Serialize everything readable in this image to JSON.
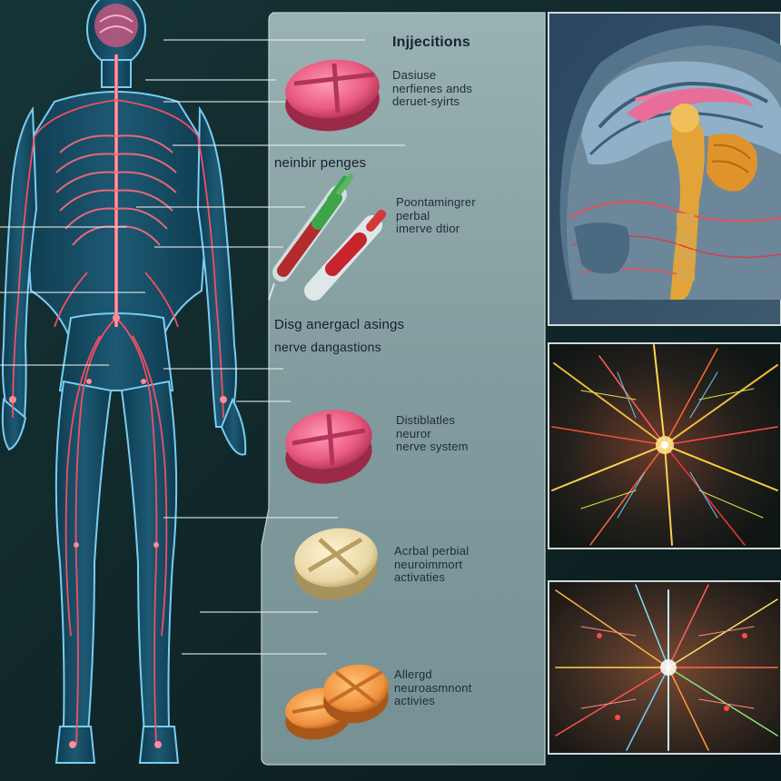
{
  "labels": {
    "injections": "Injjecitions",
    "block1": [
      "Dasiuse",
      "nerfienes ands",
      "deruet-syirts"
    ],
    "heading2": "neinbir penges",
    "block2": [
      "Poontamingrer",
      "perbal",
      "imerve dtior"
    ],
    "heading3": [
      "Disg anergacl asings",
      "nerve dangastions"
    ],
    "block4": [
      "Distiblatles",
      "neuror",
      "nerve system"
    ],
    "block5": [
      "Acrbal perbial",
      "neuroimmort",
      "activaties"
    ],
    "block6": [
      "Allergd",
      "neuroasmnont",
      "activies"
    ]
  },
  "colors": {
    "background": "#0e2426",
    "panel": "#88a2a4",
    "nerve": "#ff4f63",
    "body_glow": "#6fd3ff",
    "pill_pink": "#e8547a",
    "pill_cream": "#efe0b0",
    "pill_orange": "#f0913c"
  },
  "icons": [
    "human-figure",
    "brain-icon",
    "pill-icon",
    "syringe-icon",
    "brain-mri",
    "neuron-network"
  ]
}
